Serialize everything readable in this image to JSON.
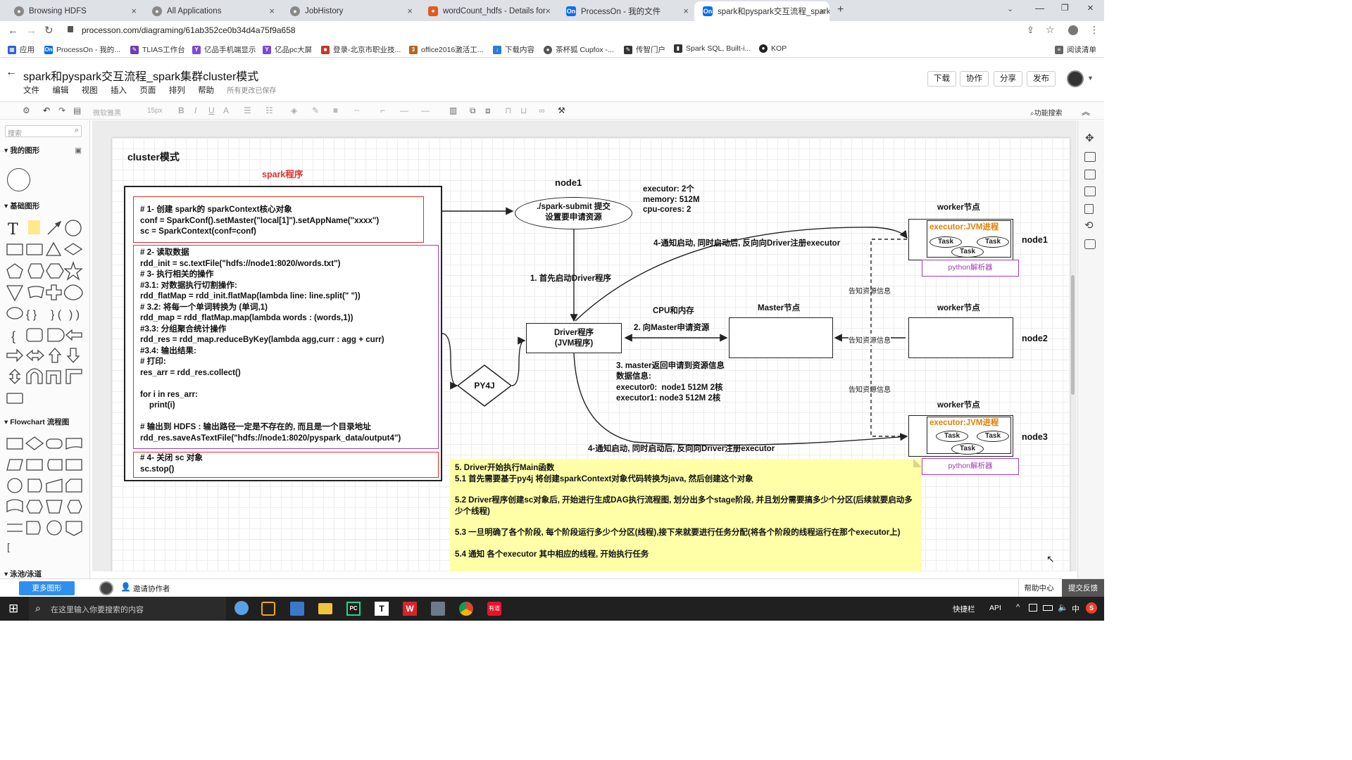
{
  "browser": {
    "tabs": [
      {
        "title": "Browsing HDFS",
        "icon": "hdfs-globe-icon"
      },
      {
        "title": "All Applications",
        "icon": "yarn-globe-icon"
      },
      {
        "title": "JobHistory",
        "icon": "jobhistory-globe-icon"
      },
      {
        "title": "wordCount_hdfs - Details for",
        "icon": "spark-job-icon"
      },
      {
        "title": "ProcessOn - 我的文件",
        "icon": "processon-icon"
      },
      {
        "title": "spark和pyspark交互流程_spark",
        "icon": "processon-icon"
      }
    ],
    "url": "processon.com/diagraming/61ab352ce0b34d4a75f9a658",
    "bookmarks": [
      "应用",
      "ProcessOn - 我的...",
      "TLIAS工作台",
      "亿品手机端显示",
      "亿品pc大屏",
      "登录-北京市职业技...",
      "office2016激活工...",
      "下载内容",
      "茶杯狐 Cupfox -...",
      "传智门户",
      "Spark SQL, Built-i...",
      "KOP"
    ],
    "reading_list": "阅读清单"
  },
  "app": {
    "title": "spark和pyspark交互流程_spark集群cluster模式",
    "menu": [
      "文件",
      "编辑",
      "视图",
      "插入",
      "页面",
      "排列",
      "帮助"
    ],
    "saved_status": "所有更改已保存",
    "buttons": {
      "download": "下载",
      "collab": "协作",
      "share": "分享",
      "publish": "发布"
    },
    "toolbar": {
      "font": "微软雅黑",
      "size": "15px",
      "search": "功能搜索"
    }
  },
  "left_panel": {
    "search_placeholder": "搜索",
    "sections": {
      "mine": "我的图形",
      "basic": "基础图形",
      "flowchart": "Flowchart 流程图",
      "pool": "泳池/泳道"
    },
    "more": "更多图形",
    "invite": "邀请协作者"
  },
  "diagram": {
    "page_title": "cluster模式",
    "spark_program": "spark程序",
    "code1": "# 1- 创建 spark的 sparkContext核心对象\nconf = SparkConf().setMaster(\"local[1]\").setAppName(\"xxxx\")\nsc = SparkContext(conf=conf)",
    "code2": "# 2- 读取数据\nrdd_init = sc.textFile(\"hdfs://node1:8020/words.txt\")\n# 3- 执行相关的操作\n#3.1: 对数据执行切割操作:\nrdd_flatMap = rdd_init.flatMap(lambda line: line.split(\" \"))\n# 3.2: 将每一个单词转换为 (单词,1)\nrdd_map = rdd_flatMap.map(lambda words : (words,1))\n#3.3: 分组聚合统计操作\nrdd_res = rdd_map.reduceByKey(lambda agg,curr : agg + curr)\n#3.4: 输出结果:\n# 打印:\nres_arr = rdd_res.collect()\n\nfor i in res_arr:\n    print(i)\n\n# 输出到 HDFS : 输出路径一定是不存在的, 而且是一个目录地址\nrdd_res.saveAsTextFile(\"hdfs://node1:8020/pyspark_data/output4\")",
    "code3": "# 4- 关闭 sc 对象\nsc.stop()",
    "node1_label": "node1",
    "submit": "./spark-submit 提交\n设置要申请资源",
    "exec_info": "executor: 2个\nmemory: 512M\ncpu-cores: 2",
    "py4j": "PY4J",
    "driver": "Driver程序\n(JVM程序)",
    "step1": "1. 首先启动Driver程序",
    "cpu_mem": "CPU和内存",
    "step2": "2. 向Master申请资源",
    "master": "Master节点",
    "step3": "3. master返回申请到资源信息\n数据信息:\nexecutor0:  node1 512M 2核\nexecutor1: node3 512M 2核",
    "step4": "4-通知启动, 同时启动后, 反向向Driver注册executor",
    "worker": "worker节点",
    "executor": "executor:JVM进程",
    "task": "Task",
    "python": "python解析器",
    "inform": "告知资源信息",
    "node1": "node1",
    "node2": "node2",
    "node3": "node3",
    "note": [
      "5. Driver开始执行Main函数",
      "5.1 首先需要基于py4j 将创建sparkContext对象代码转换为java, 然后创建这个对象",
      "",
      "5.2 Driver程序创建sc对象后, 开始进行生成DAG执行流程图, 划分出多个stage阶段, 并且划分需要搞多少个分区(后续就要启动多少个线程)",
      "",
      "5.3 一旦明确了各个阶段, 每个阶段运行多少个分区(线程),接下来就要进行任务分配(将各个阶段的线程运行在那个executor上)",
      "",
      "5.4 通知 各个executor 其中相应的线程, 开始执行任务"
    ]
  },
  "status": {
    "help": "帮助中心",
    "feedback": "提交反馈"
  },
  "taskbar": {
    "search": "在这里输入你要搜索的内容",
    "quick": "快捷栏",
    "api": "API",
    "ime": "中"
  }
}
